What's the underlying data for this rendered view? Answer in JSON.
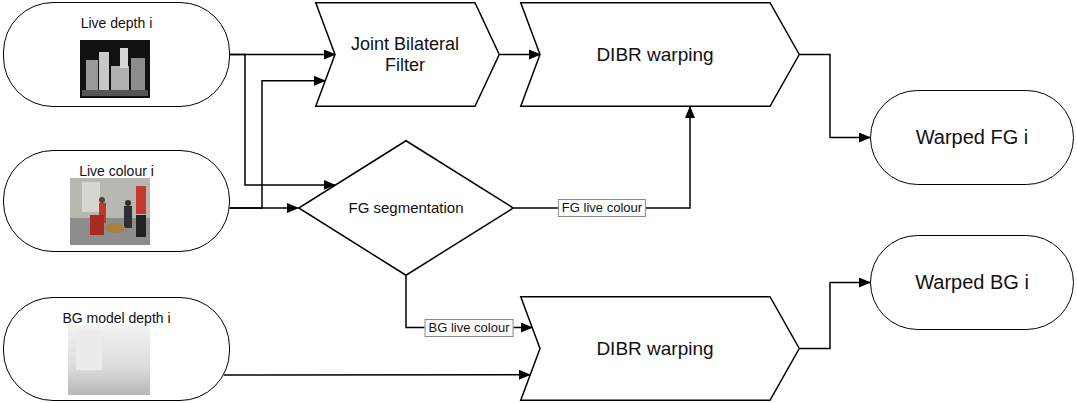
{
  "diagram": {
    "nodes": [
      {
        "text": [
          "Live depth i"
        ]
      },
      {
        "text": [
          "Joint Bilateral Filter"
        ]
      },
      {
        "text": [
          "DIBR warping"
        ]
      },
      {
        "text": [
          "Warped FG i"
        ]
      },
      {
        "text": [
          "Live colour i"
        ]
      },
      {
        "text": [
          "FG segmentation"
        ]
      },
      {
        "text": [
          "Warped BG i"
        ]
      },
      {
        "text": [
          "BG model depth i"
        ]
      },
      {
        "text": [
          "DIBR warping"
        ]
      }
    ],
    "edges": [
      {
        "from": 0,
        "to": 1,
        "arrow": "to"
      },
      {
        "from": 4,
        "to": 1,
        "arrow": "to"
      },
      {
        "from": 0,
        "to": 5,
        "arrow": "to"
      },
      {
        "from": 4,
        "to": 5,
        "arrow": "to"
      },
      {
        "from": 1,
        "to": 2,
        "arrow": "to"
      },
      {
        "from": 5,
        "to": 2,
        "label": "FG live colour",
        "arrow": "to"
      },
      {
        "from": 5,
        "to": 8,
        "label": "BG live colour",
        "arrow": "to"
      },
      {
        "from": 7,
        "to": 8,
        "arrow": "to"
      },
      {
        "from": 2,
        "to": 3,
        "arrow": "to"
      },
      {
        "from": 8,
        "to": 6,
        "arrow": "to"
      }
    ]
  }
}
